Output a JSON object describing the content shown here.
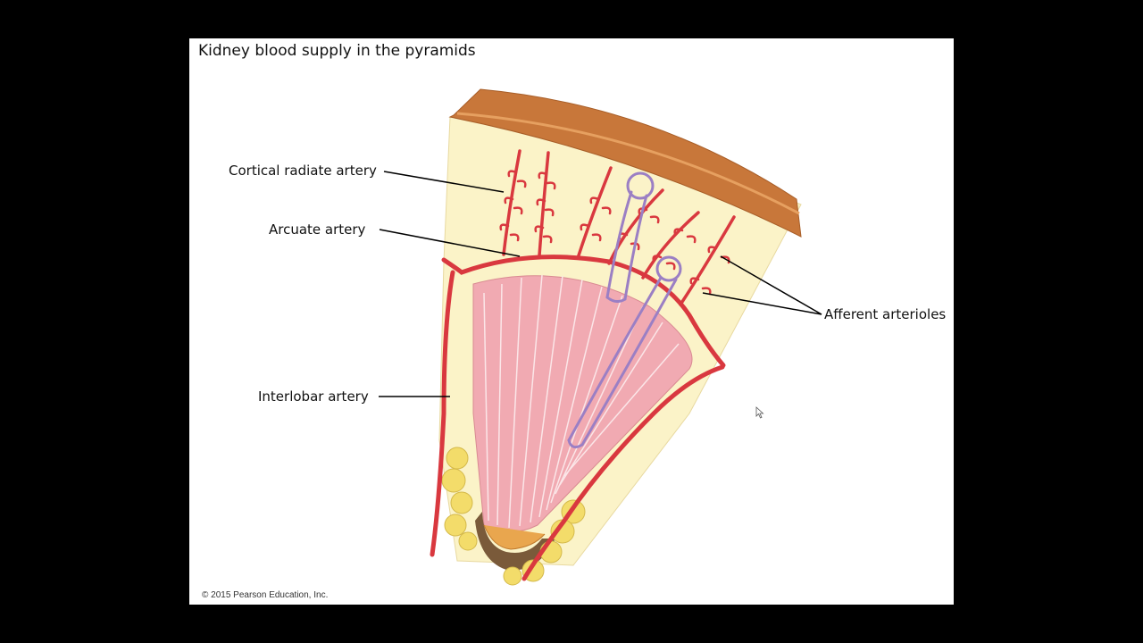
{
  "title": "Kidney blood supply in the pyramids",
  "labels": {
    "cortical_radiate": "Cortical radiate artery",
    "arcuate": "Arcuate artery",
    "interlobar": "Interlobar artery",
    "afferent": "Afferent arterioles"
  },
  "copyright": "© 2015 Pearson Education, Inc.",
  "colors": {
    "artery": "#d9383f",
    "vein_purple": "#9b7fc4",
    "cortex": "#fbf3c8",
    "capsule": "#c8773a",
    "pyramid": "#f1aab2",
    "fat": "#f3dc6a"
  }
}
